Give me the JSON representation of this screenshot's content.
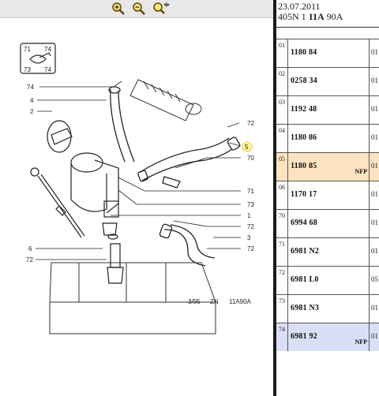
{
  "toolbar": {
    "zoom_in_icon": "zoom-in-icon",
    "zoom_out_icon": "zoom-out-icon",
    "zoom_fit_icon": "zoom-move-icon"
  },
  "header": {
    "date": "23.07.2011",
    "model_prefix": "405N 1 ",
    "model_code": "11A",
    "model_suffix": " 90A"
  },
  "diagram": {
    "callouts": [
      "71",
      "73",
      "74",
      "74",
      "4",
      "2",
      "72",
      "5",
      "70",
      "71",
      "73",
      "1",
      "72",
      "3",
      "72",
      "6",
      "72"
    ],
    "footer_page": "3/95",
    "footer_zn": "ZN",
    "footer_code": "11A90A"
  },
  "parts": [
    {
      "num": "01",
      "ref": "1180 84",
      "note": "",
      "qty": "01",
      "highlight": ""
    },
    {
      "num": "02",
      "ref": "0258 34",
      "note": "",
      "qty": "01",
      "highlight": ""
    },
    {
      "num": "03",
      "ref": "1192 48",
      "note": "",
      "qty": "01",
      "highlight": ""
    },
    {
      "num": "04",
      "ref": "1180 86",
      "note": "",
      "qty": "01",
      "highlight": ""
    },
    {
      "num": "05",
      "ref": "1180 85",
      "note": "NFP",
      "qty": "01",
      "highlight": "orange"
    },
    {
      "num": "06",
      "ref": "1170 17",
      "note": "",
      "qty": "01",
      "highlight": ""
    },
    {
      "num": "70",
      "ref": "6994 68",
      "note": "",
      "qty": "01",
      "highlight": ""
    },
    {
      "num": "71",
      "ref": "6981 N2",
      "note": "",
      "qty": "01",
      "highlight": ""
    },
    {
      "num": "72",
      "ref": "6981 L0",
      "note": "",
      "qty": "05",
      "highlight": ""
    },
    {
      "num": "73",
      "ref": "6981 N3",
      "note": "",
      "qty": "01",
      "highlight": ""
    },
    {
      "num": "74",
      "ref": "6981 92",
      "note": "NFP",
      "qty": "01",
      "highlight": "blue"
    }
  ],
  "colors": {
    "orange_highlight": "#fde3c0",
    "blue_highlight": "#d9dff6",
    "divider": "#1a1a1a"
  }
}
